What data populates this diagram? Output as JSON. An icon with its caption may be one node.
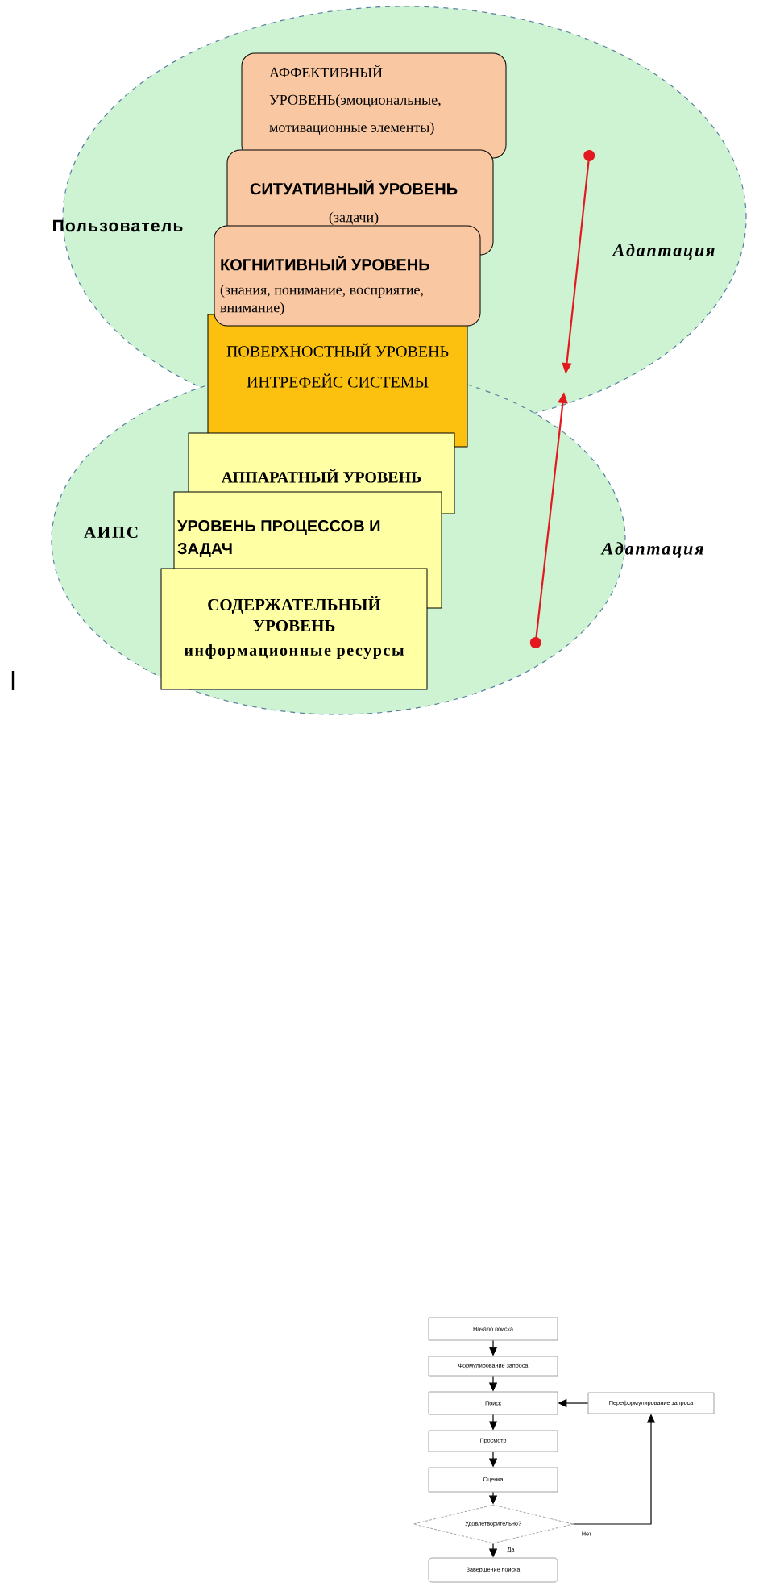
{
  "diagram": {
    "nodes": [
      {
        "text": [
          "Пользователь"
        ]
      },
      {
        "text": [
          "АФФЕКТИВНЫЙ УРОВЕНЬ(эмоциональные, мотивационные элементы)"
        ],
        "in": 0
      },
      {
        "text": [
          "СИТУАТИВНЫЙ УРОВЕНЬ",
          "(задачи)"
        ],
        "in": 0
      },
      {
        "text": [
          "КОГНИТИВНЫЙ УРОВЕНЬ",
          "(знания, понимание, восприятие, внимание)"
        ],
        "in": 0
      },
      {
        "text": [
          "ПОВЕРХНОСТНЫЙ УРОВЕНЬ ИНТРЕФЕЙС СИСТЕМЫ"
        ]
      },
      {
        "text": [
          "АИПС"
        ]
      },
      {
        "text": [
          "АППАРАТНЫЙ УРОВЕНЬ"
        ],
        "in": 5
      },
      {
        "text": [
          "УРОВЕНЬ ПРОЦЕССОВ И ЗАДАЧ"
        ],
        "in": 5
      },
      {
        "text": [
          "СОДЕРЖАТЕЛЬНЫЙ УРОВЕНЬ",
          "информационные ресурсы"
        ],
        "in": 5
      },
      {
        "text": [
          "Начало поиска"
        ]
      },
      {
        "text": [
          "Формулирование запроса"
        ]
      },
      {
        "text": [
          "Поиск"
        ]
      },
      {
        "text": [
          "Переформулирование запроса"
        ]
      },
      {
        "text": [
          "Просмотр"
        ]
      },
      {
        "text": [
          "Оценка"
        ]
      },
      {
        "text": [
          "Удовлетворительно?"
        ]
      },
      {
        "text": [
          "Завершение поиска"
        ]
      }
    ],
    "edges": [
      {
        "from": 9,
        "to": 10,
        "arrow": "to"
      },
      {
        "from": 10,
        "to": 11,
        "arrow": "to"
      },
      {
        "from": 11,
        "to": 13,
        "arrow": "to"
      },
      {
        "from": 13,
        "to": 14,
        "arrow": "to"
      },
      {
        "from": 14,
        "to": 15,
        "arrow": "to"
      },
      {
        "from": 15,
        "to": 16,
        "arrow": "to",
        "label": "Да"
      },
      {
        "from": 15,
        "to": 12,
        "arrow": "to",
        "label": "Нет"
      },
      {
        "from": 12,
        "to": 11,
        "arrow": "to"
      }
    ],
    "labels": [
      "Адаптация",
      "Адаптация"
    ]
  }
}
